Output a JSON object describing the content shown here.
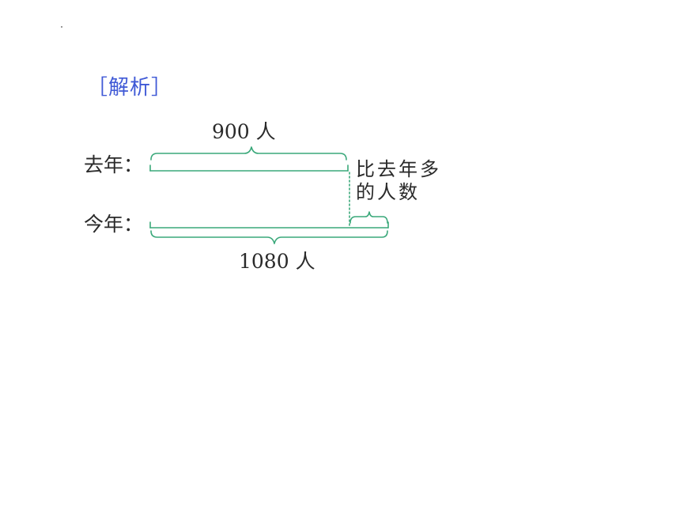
{
  "section_title": "［解析］",
  "rows": {
    "last_year_label": "去年：",
    "this_year_label": "今年："
  },
  "totals": {
    "last_year": "900 人",
    "this_year": "1080 人"
  },
  "difference_note": {
    "line1": "比去年多",
    "line2": "的人数"
  },
  "colors": {
    "title": "#3f59d6",
    "line": "#3aa87a",
    "text": "#2a2a2a"
  }
}
